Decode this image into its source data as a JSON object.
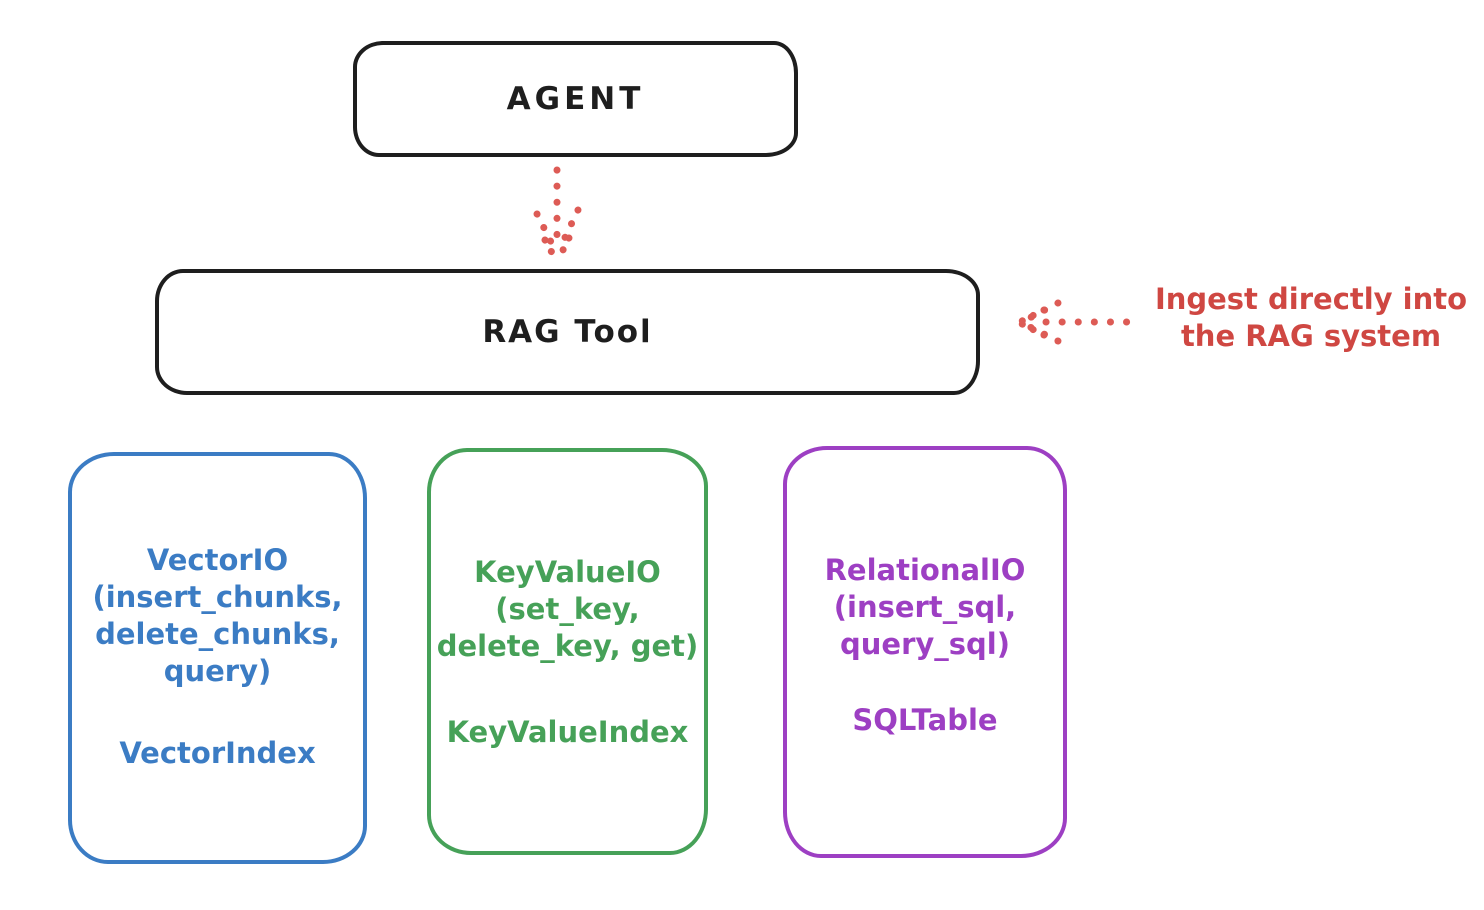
{
  "agent": {
    "label": "AGENT"
  },
  "rag": {
    "label": "RAG Tool"
  },
  "annotation": {
    "line1": "Ingest directly into",
    "line2": "the RAG system"
  },
  "backends": [
    {
      "name": "vector-io",
      "lines": [
        "VectorIO",
        "(insert_chunks,",
        "delete_chunks,",
        "query)"
      ],
      "index_label": "VectorIndex",
      "color": "#3b7cc4"
    },
    {
      "name": "keyvalue-io",
      "lines": [
        "KeyValueIO",
        "(set_key,",
        "delete_key, get)"
      ],
      "index_label": "KeyValueIndex",
      "color": "#46a158"
    },
    {
      "name": "relational-io",
      "lines": [
        "RelationalIO",
        "(insert_sql,",
        "query_sql)"
      ],
      "index_label": "SQLTable",
      "color": "#9d3fc3"
    }
  ],
  "colors": {
    "box_stroke": "#1e1e1e",
    "red_text": "#cf4742",
    "red_arrow": "#dd5b55",
    "background": "#ffffff"
  }
}
